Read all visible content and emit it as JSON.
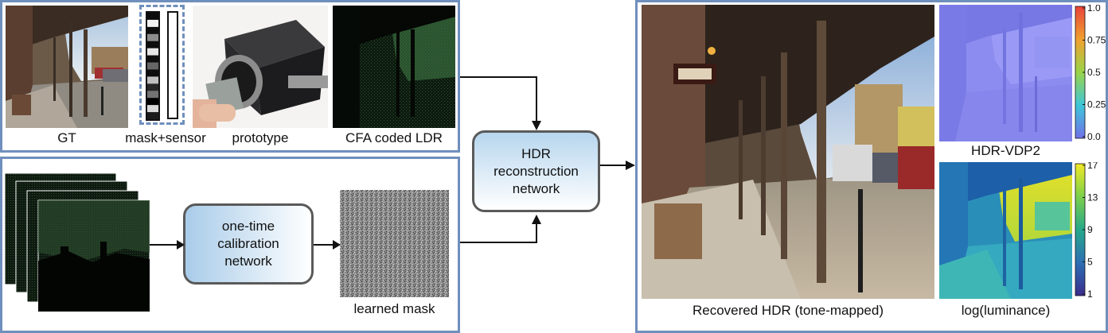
{
  "top_panel": {
    "captions": {
      "gt": "GT",
      "mask_sensor": "mask+sensor",
      "prototype": "prototype",
      "cfa": "CFA coded LDR"
    },
    "mask_strip_levels": [
      0.05,
      0.95,
      0.05,
      0.55,
      0.05,
      0.9,
      0.05,
      0.4,
      0.05,
      0.75,
      0.15,
      0.45,
      0.0,
      0.85,
      0.1
    ]
  },
  "bottom_panel": {
    "calibration_label": "one-time\ncalibration\nnetwork",
    "learned_mask_caption": "learned mask"
  },
  "center": {
    "hdr_net_label": "HDR\nreconstruction\nnetwork"
  },
  "right_panel": {
    "recovered_caption": "Recovered HDR (tone-mapped)",
    "vdp_title": "HDR-VDP2",
    "lum_caption": "log(luminance)",
    "vdp_ticks": [
      "1.0",
      "0.75",
      "0.5",
      "0.25",
      "0.0"
    ],
    "lum_ticks": [
      "17",
      "13",
      "9",
      "5",
      "1"
    ]
  },
  "colors": {
    "frame": "#6f8fbd",
    "net_border": "#5a5a5a",
    "arrow": "#111111"
  }
}
